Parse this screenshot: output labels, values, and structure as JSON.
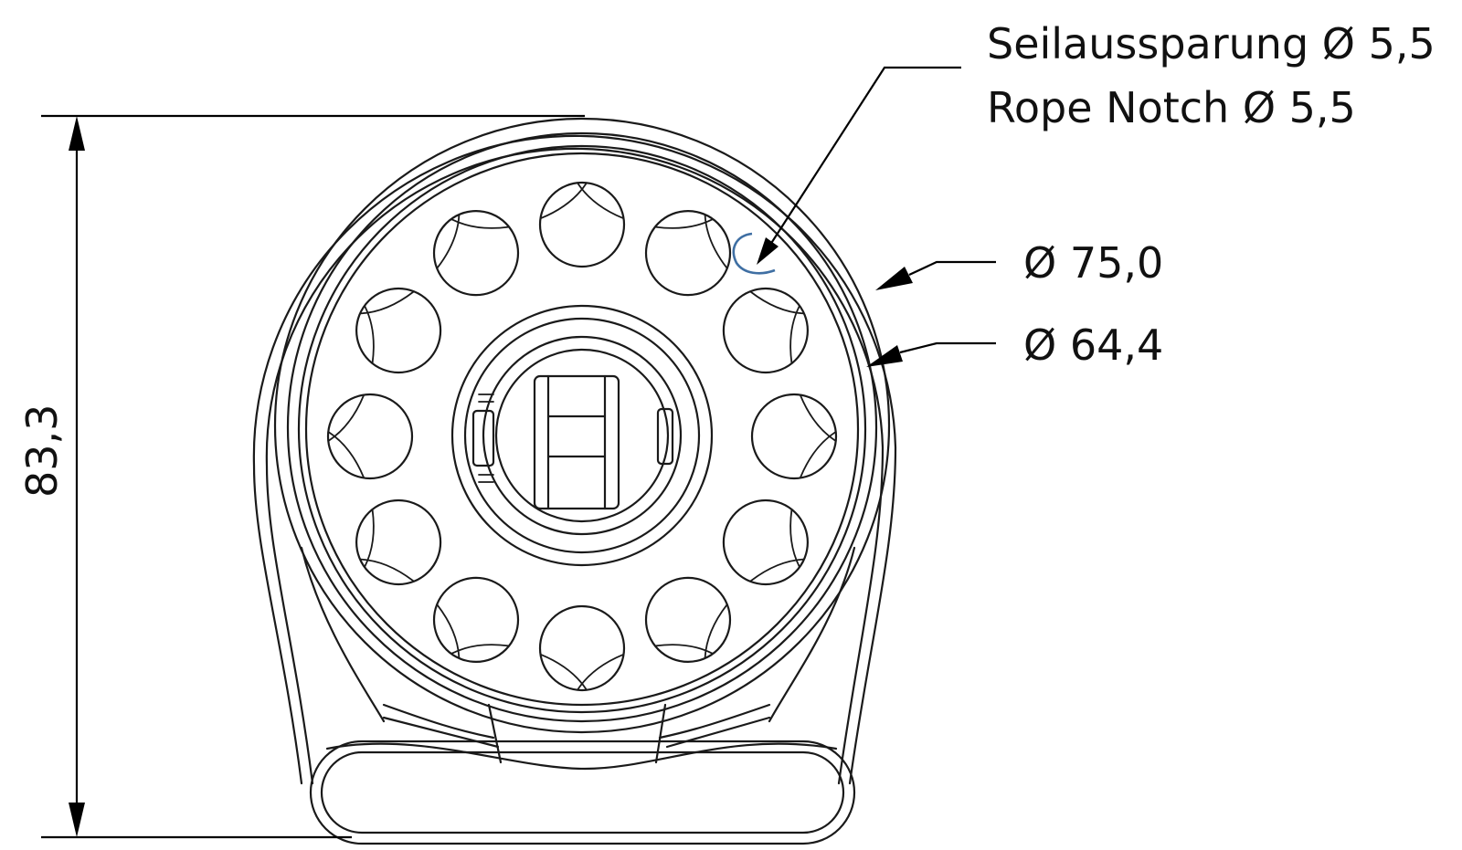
{
  "annotations": {
    "rope_notch_de": "Seilaussparung Ø 5,5",
    "rope_notch_en": "Rope Notch Ø 5,5",
    "outer_diameter": "Ø 75,0",
    "inner_diameter": "Ø 64,4",
    "height": "83,3"
  },
  "colors": {
    "lines": "#1a1a1a",
    "rope_notch_highlight": "#3f6fa3",
    "background": "#ffffff"
  }
}
